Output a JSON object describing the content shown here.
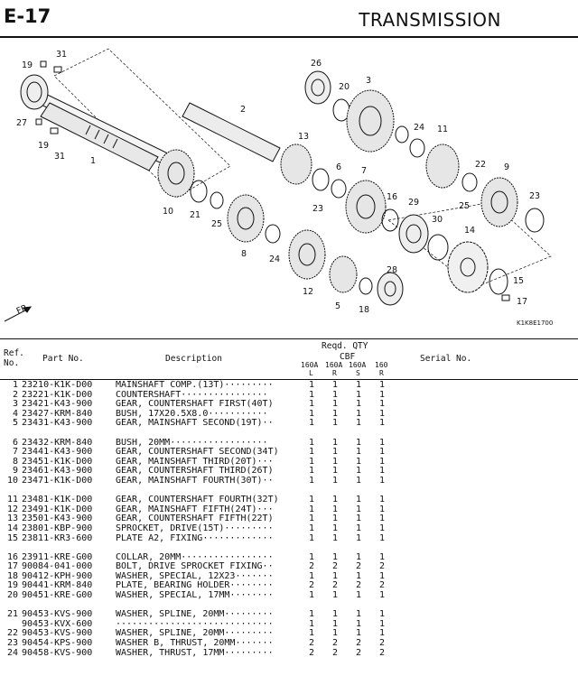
{
  "header": {
    "code": "E-17",
    "title": "TRANSMISSION"
  },
  "diagram": {
    "fr_label": "FR.",
    "ref_code": "K1K8E1700",
    "callouts": [
      "19",
      "31",
      "27",
      "19",
      "31",
      "1",
      "10",
      "21",
      "25",
      "8",
      "2",
      "13",
      "26",
      "20",
      "3",
      "24",
      "11",
      "22",
      "9",
      "23",
      "6",
      "7",
      "16",
      "29",
      "30",
      "14",
      "15",
      "17",
      "23",
      "5",
      "12",
      "24",
      "28",
      "18",
      "25"
    ]
  },
  "table": {
    "headers": {
      "ref": "Ref.\nNo.",
      "part": "Part No.",
      "desc": "Description",
      "qty": "Reqd. QTY",
      "cbf": "CBF",
      "serial": "Serial No."
    },
    "qty_models": [
      "160A",
      "160A",
      "160A",
      "160"
    ],
    "qty_variants": [
      "L",
      "R",
      "S",
      "R"
    ],
    "groups": [
      [
        {
          "ref": "1",
          "part": "23210-K1K-D00",
          "desc": "MAINSHAFT COMP.(13T)·········",
          "q": [
            "1",
            "1",
            "1",
            "1"
          ]
        },
        {
          "ref": "2",
          "part": "23221-K1K-D00",
          "desc": "COUNTERSHAFT················",
          "q": [
            "1",
            "1",
            "1",
            "1"
          ]
        },
        {
          "ref": "3",
          "part": "23421-K43-900",
          "desc": "GEAR, COUNTERSHAFT FIRST(40T)",
          "q": [
            "1",
            "1",
            "1",
            "1"
          ]
        },
        {
          "ref": "4",
          "part": "23427-KRM-840",
          "desc": "BUSH, 17X20.5X8.0···········",
          "q": [
            "1",
            "1",
            "1",
            "1"
          ]
        },
        {
          "ref": "5",
          "part": "23431-K43-900",
          "desc": "GEAR, MAINSHAFT SECOND(19T)··",
          "q": [
            "1",
            "1",
            "1",
            "1"
          ]
        }
      ],
      [
        {
          "ref": "6",
          "part": "23432-KRM-840",
          "desc": "BUSH, 20MM··················",
          "q": [
            "1",
            "1",
            "1",
            "1"
          ]
        },
        {
          "ref": "7",
          "part": "23441-K43-900",
          "desc": "GEAR, COUNTERSHAFT SECOND(34T)",
          "q": [
            "1",
            "1",
            "1",
            "1"
          ]
        },
        {
          "ref": "8",
          "part": "23451-K1K-D00",
          "desc": "GEAR, MAINSHAFT THIRD(20T)···",
          "q": [
            "1",
            "1",
            "1",
            "1"
          ]
        },
        {
          "ref": "9",
          "part": "23461-K43-900",
          "desc": "GEAR, COUNTERSHAFT THIRD(26T)",
          "q": [
            "1",
            "1",
            "1",
            "1"
          ]
        },
        {
          "ref": "10",
          "part": "23471-K1K-D00",
          "desc": "GEAR, MAINSHAFT FOURTH(30T)··",
          "q": [
            "1",
            "1",
            "1",
            "1"
          ]
        }
      ],
      [
        {
          "ref": "11",
          "part": "23481-K1K-D00",
          "desc": "GEAR, COUNTERSHAFT FOURTH(32T)",
          "q": [
            "1",
            "1",
            "1",
            "1"
          ]
        },
        {
          "ref": "12",
          "part": "23491-K1K-D00",
          "desc": "GEAR, MAINSHAFT FIFTH(24T)···",
          "q": [
            "1",
            "1",
            "1",
            "1"
          ]
        },
        {
          "ref": "13",
          "part": "23501-K43-900",
          "desc": "GEAR, COUNTERSHAFT FIFTH(22T)",
          "q": [
            "1",
            "1",
            "1",
            "1"
          ]
        },
        {
          "ref": "14",
          "part": "23801-KBP-900",
          "desc": "SPROCKET, DRIVE(15T)·········",
          "q": [
            "1",
            "1",
            "1",
            "1"
          ]
        },
        {
          "ref": "15",
          "part": "23811-KR3-600",
          "desc": "PLATE A2, FIXING·············",
          "q": [
            "1",
            "1",
            "1",
            "1"
          ]
        }
      ],
      [
        {
          "ref": "16",
          "part": "23911-KRE-G00",
          "desc": "COLLAR, 20MM·················",
          "q": [
            "1",
            "1",
            "1",
            "1"
          ]
        },
        {
          "ref": "17",
          "part": "90084-041-000",
          "desc": "BOLT, DRIVE SPROCKET FIXING··",
          "q": [
            "2",
            "2",
            "2",
            "2"
          ]
        },
        {
          "ref": "18",
          "part": "90412-KPH-900",
          "desc": "WASHER, SPECIAL, 12X23·······",
          "q": [
            "1",
            "1",
            "1",
            "1"
          ]
        },
        {
          "ref": "19",
          "part": "90441-KRM-840",
          "desc": "PLATE, BEARING HOLDER········",
          "q": [
            "2",
            "2",
            "2",
            "2"
          ]
        },
        {
          "ref": "20",
          "part": "90451-KRE-G00",
          "desc": "WASHER, SPECIAL, 17MM········",
          "q": [
            "1",
            "1",
            "1",
            "1"
          ]
        }
      ],
      [
        {
          "ref": "21",
          "part": "90453-KVS-900",
          "desc": "WASHER, SPLINE, 20MM·········",
          "q": [
            "1",
            "1",
            "1",
            "1"
          ]
        },
        {
          "ref": "",
          "part": "90453-KVX-600",
          "desc": "·····························",
          "q": [
            "1",
            "1",
            "1",
            "1"
          ]
        },
        {
          "ref": "22",
          "part": "90453-KVS-900",
          "desc": "WASHER, SPLINE, 20MM·········",
          "q": [
            "1",
            "1",
            "1",
            "1"
          ]
        },
        {
          "ref": "23",
          "part": "90454-KPS-900",
          "desc": "WASHER B, THRUST, 20MM·······",
          "q": [
            "2",
            "2",
            "2",
            "2"
          ]
        },
        {
          "ref": "24",
          "part": "90458-KVS-900",
          "desc": "WASHER, THRUST, 17MM·········",
          "q": [
            "2",
            "2",
            "2",
            "2"
          ]
        }
      ]
    ]
  }
}
